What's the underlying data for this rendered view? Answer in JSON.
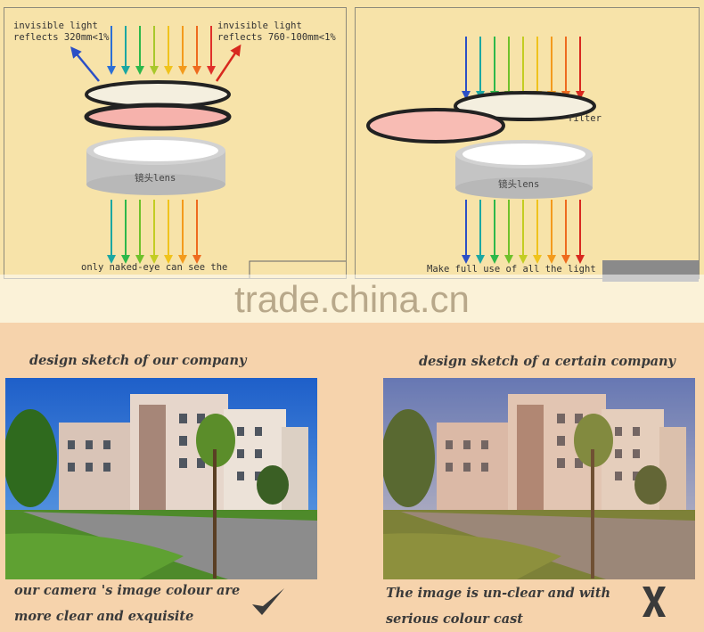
{
  "left_panel": {
    "label_left": "invisible light\nreflects 320mm<1%",
    "label_right": "invisible light\nreflects 760-100mm<1%",
    "lens_label": "镜头lens",
    "caption": "only naked-eye can see the"
  },
  "right_panel": {
    "filter_label": "filter",
    "lens_label": "镜头lens",
    "caption": "Make full use of all the light"
  },
  "watermark": "trade.china.cn",
  "left_section": {
    "title": "design sketch of our company",
    "caption_line1": "our camera 's image colour are",
    "caption_line2": "more clear and exquisite"
  },
  "right_section": {
    "title": "design sketch of a certain company",
    "caption_line1": "The image is un-clear and with",
    "caption_line2": "serious colour cast"
  },
  "colors": {
    "top_bg": "#f7e3a9",
    "bottom_bg": "#f6d3ac",
    "filter_pink": "#f8b9b3",
    "lens_gray": "#c8c8c8",
    "check": "#3b3b3b"
  }
}
